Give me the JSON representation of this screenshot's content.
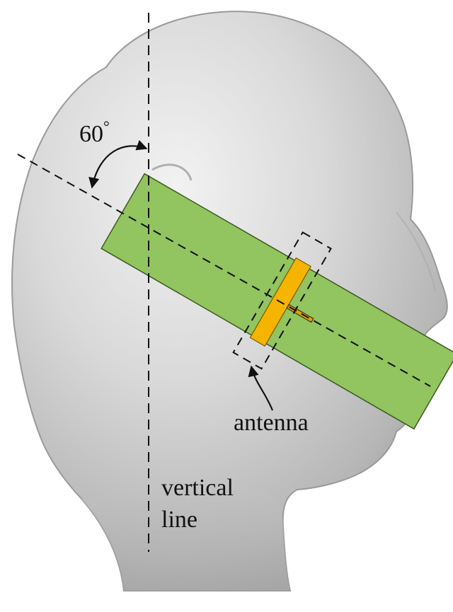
{
  "figure": {
    "angle_label": "60",
    "angle_unit_mark": "°",
    "angle_degrees": 60,
    "antenna_label": "antenna",
    "vertical_label_line1": "vertical",
    "vertical_label_line2": "line"
  },
  "colors": {
    "background": "#ffffff",
    "head_fill": "#c9c9c9",
    "phone_body": "#92c45f",
    "antenna_strip": "#f4b400",
    "line": "#111111"
  }
}
